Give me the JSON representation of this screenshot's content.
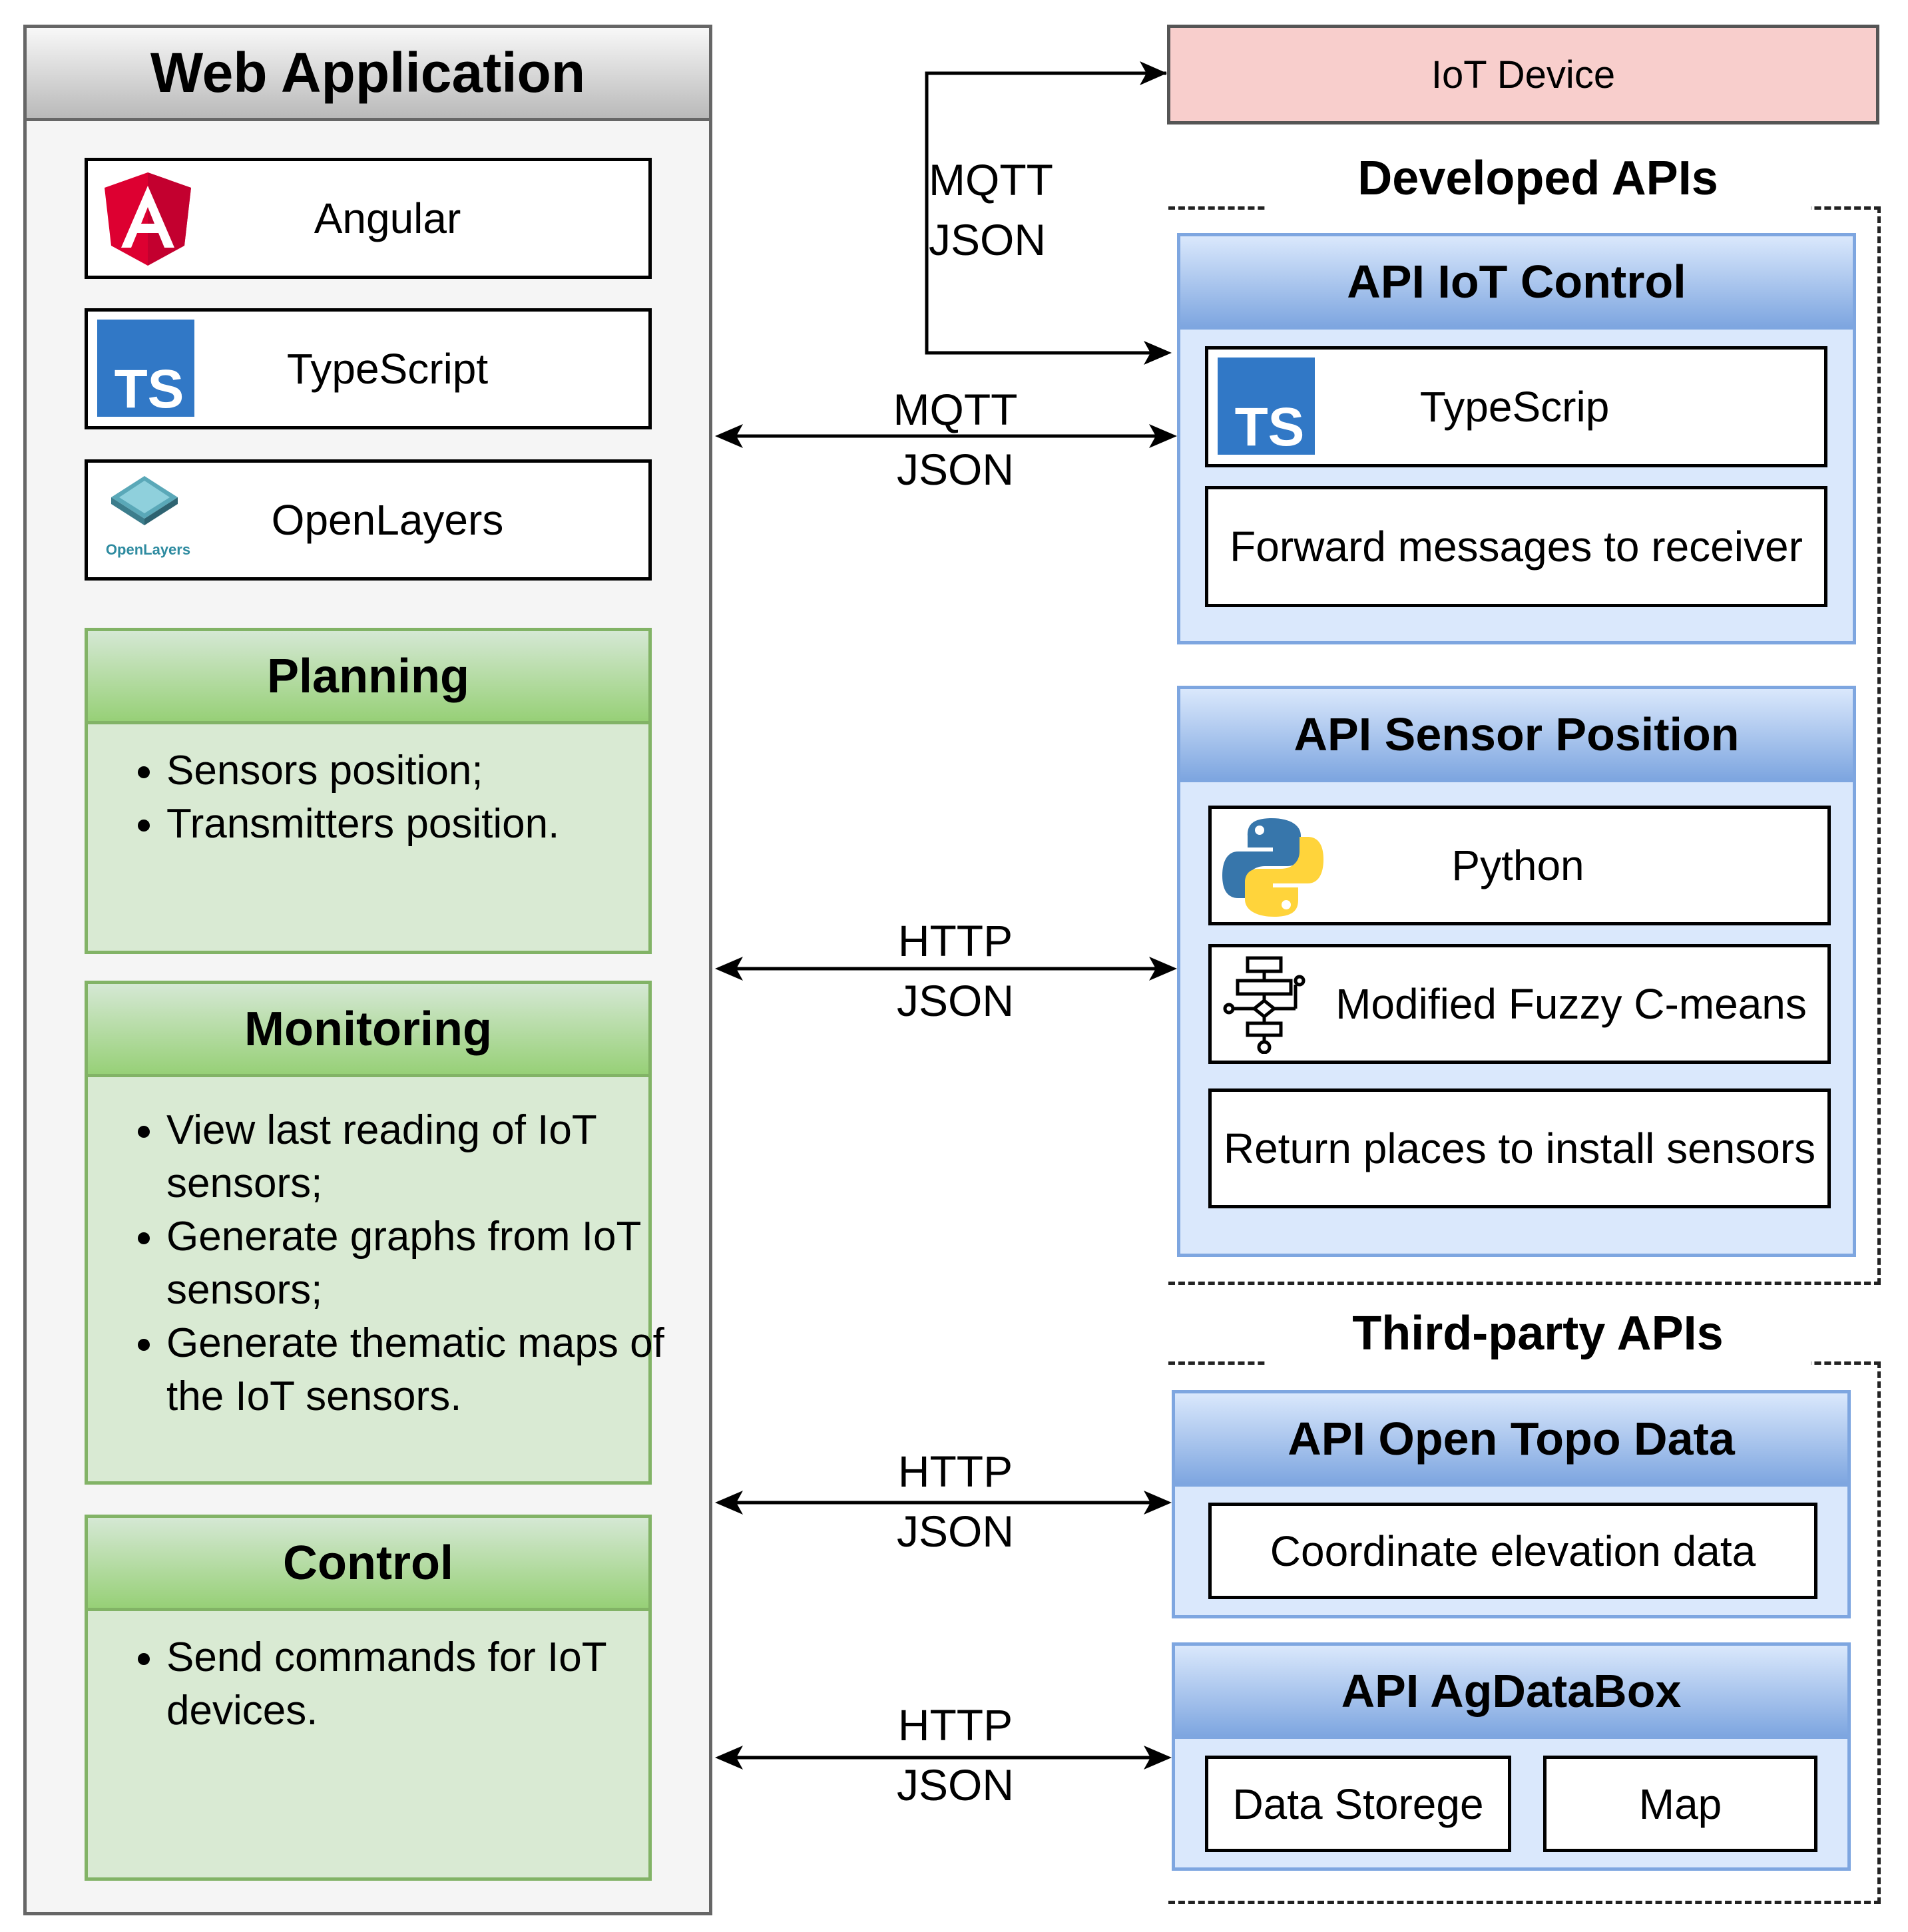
{
  "web_app": {
    "title": "Web Application",
    "tech": [
      {
        "label": "Angular",
        "icon": "angular-icon"
      },
      {
        "label": "TypeScript",
        "icon": "typescript-icon"
      },
      {
        "label": "OpenLayers",
        "icon": "openlayers-icon",
        "icon_caption": "OpenLayers"
      }
    ],
    "modules": {
      "planning": {
        "title": "Planning",
        "items": [
          "Sensors position;",
          "Transmitters position."
        ]
      },
      "monitoring": {
        "title": "Monitoring",
        "items": [
          "View last reading of IoT sensors;",
          "Generate graphs from IoT sensors;",
          "Generate thematic maps of the IoT sensors."
        ]
      },
      "control": {
        "title": "Control",
        "items": [
          "Send commands for IoT devices."
        ]
      }
    }
  },
  "iot_device": {
    "label": "IoT Device"
  },
  "developed_apis": {
    "title": "Developed APIs",
    "iot_control": {
      "title": "API IoT Control",
      "tech": "TypeScrip",
      "function": "Forward messages to receiver"
    },
    "sensor_position": {
      "title": "API Sensor Position",
      "tech": "Python",
      "algorithm": "Modified Fuzzy C-means",
      "function": "Return places to install sensors"
    }
  },
  "third_party_apis": {
    "title": "Third-party APIs",
    "open_topo": {
      "title": "API Open Topo Data",
      "function": "Coordinate elevation data"
    },
    "agdatabox": {
      "title": "API AgDataBox",
      "items": [
        "Data Storege",
        "Map"
      ]
    }
  },
  "connections": [
    {
      "protocol": "MQTT",
      "format": "JSON"
    },
    {
      "protocol": "MQTT",
      "format": "JSON"
    },
    {
      "protocol": "HTTP",
      "format": "JSON"
    },
    {
      "protocol": "HTTP",
      "format": "JSON"
    },
    {
      "protocol": "HTTP",
      "format": "JSON"
    }
  ],
  "colors": {
    "angular_red": "#dd0031",
    "typescript_blue": "#3178c6",
    "python_blue": "#3776ab",
    "python_yellow": "#ffd43b",
    "green_header": "#97d077",
    "blue_header": "#7ea6e0",
    "iot_pink": "#f8cecc"
  }
}
